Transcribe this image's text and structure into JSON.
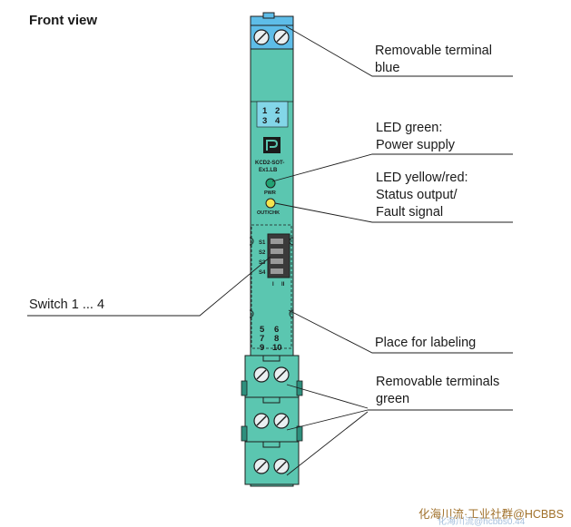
{
  "title": "Front view",
  "callouts": {
    "terminal_blue": [
      "Removable terminal",
      "blue"
    ],
    "led_green": [
      "LED green:",
      "Power supply"
    ],
    "led_yellow": [
      "LED yellow/red:",
      "Status output/",
      "Fault signal"
    ],
    "switch": [
      "Switch 1 ... 4"
    ],
    "labeling": [
      "Place for labeling"
    ],
    "terminals_green": [
      "Removable terminals",
      "green"
    ]
  },
  "device": {
    "top_terminal_numbers": [
      "1",
      "2",
      "3",
      "4"
    ],
    "model": [
      "KCD2-SOT-",
      "Ex1.LB"
    ],
    "led_pwr_label": "PWR",
    "led_outchk_label": "OUT/CHK",
    "switch_labels": [
      "S1",
      "S2",
      "S3",
      "S4"
    ],
    "switch_positions": [
      "I",
      "II"
    ],
    "bottom_terminal_numbers": [
      "5",
      "6",
      "7",
      "8",
      "9",
      "10"
    ]
  },
  "colors": {
    "terminal_blue": "#5ebde8",
    "housing_green": "#5bc6b0",
    "housing_dark": "#2e8f7d",
    "led_green": "#22a274",
    "led_yellow": "#f4e44e",
    "label_area": "#83d6e8"
  },
  "watermark": [
    "化海川流·工业社群@HCBBS",
    "化海川流@hcbbs0.44"
  ]
}
